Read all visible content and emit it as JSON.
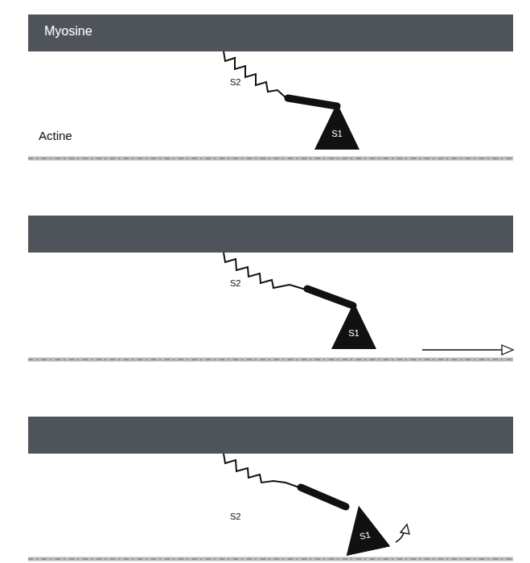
{
  "diagram": {
    "nodes": [
      {
        "text": [
          "Myosine"
        ]
      },
      {
        "text": [
          "S1"
        ]
      },
      {
        "text": [
          "S1"
        ]
      },
      {
        "text": [
          "S1"
        ]
      }
    ],
    "labels": [
      "S2",
      "Actine",
      "S2",
      "S2"
    ]
  }
}
